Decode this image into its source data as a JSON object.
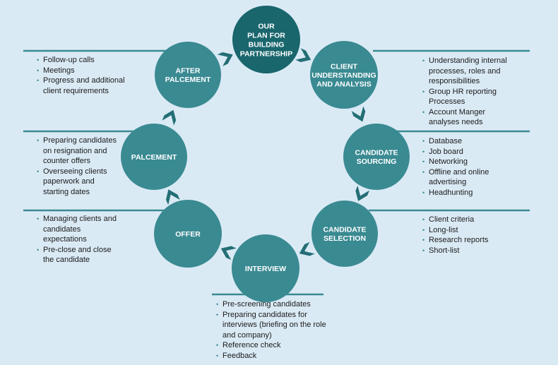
{
  "colors": {
    "background": "#daeaf5",
    "node": "#3a8a92",
    "center": "#19666d",
    "arrow": "#236e75",
    "line": "#3a8a92",
    "text": "#1b1b1b"
  },
  "center": {
    "lines": [
      "OUR",
      "PLAN FOR",
      "BUILDING",
      "PARTNERSHIP"
    ]
  },
  "nodes": [
    {
      "id": "client-understanding",
      "lines": [
        "CLIENT",
        "UNDERSTANDING",
        "AND ANALYSIS"
      ]
    },
    {
      "id": "candidate-sourcing",
      "lines": [
        "CANDIDATE",
        "SOURCING"
      ]
    },
    {
      "id": "candidate-selection",
      "lines": [
        "CANDIDATE",
        "SELECTION"
      ]
    },
    {
      "id": "interview",
      "lines": [
        "INTERVIEW"
      ]
    },
    {
      "id": "offer",
      "lines": [
        "OFFER"
      ]
    },
    {
      "id": "palcement",
      "lines": [
        "PALCEMENT"
      ]
    },
    {
      "id": "after-palcement",
      "lines": [
        "AFTER",
        "PALCEMENT"
      ]
    }
  ],
  "lists": {
    "client_understanding": [
      "Understanding internal processes, roles and responsibilities",
      "Group HR reporting Processes",
      "Account Manger analyses needs"
    ],
    "candidate_sourcing": [
      "Database",
      "Job board",
      "Networking",
      "Offline and online advertising",
      "Headhunting"
    ],
    "candidate_selection": [
      "Client criteria",
      "Long-list",
      "Research reports",
      "Short-list"
    ],
    "interview": [
      "Pre-screening candidates",
      "Preparing candidates for interviews (briefing on the role and company)",
      "Reference check",
      "Feedback"
    ],
    "offer": [
      "Managing clients and candidates expectations",
      "Pre-close and close the candidate"
    ],
    "palcement": [
      "Preparing candidates on resignation and counter offers",
      "Overseeing clients paperwork and starting dates"
    ],
    "after_palcement": [
      "Follow-up calls",
      "Meetings",
      "Progress and additional client requirements"
    ]
  }
}
